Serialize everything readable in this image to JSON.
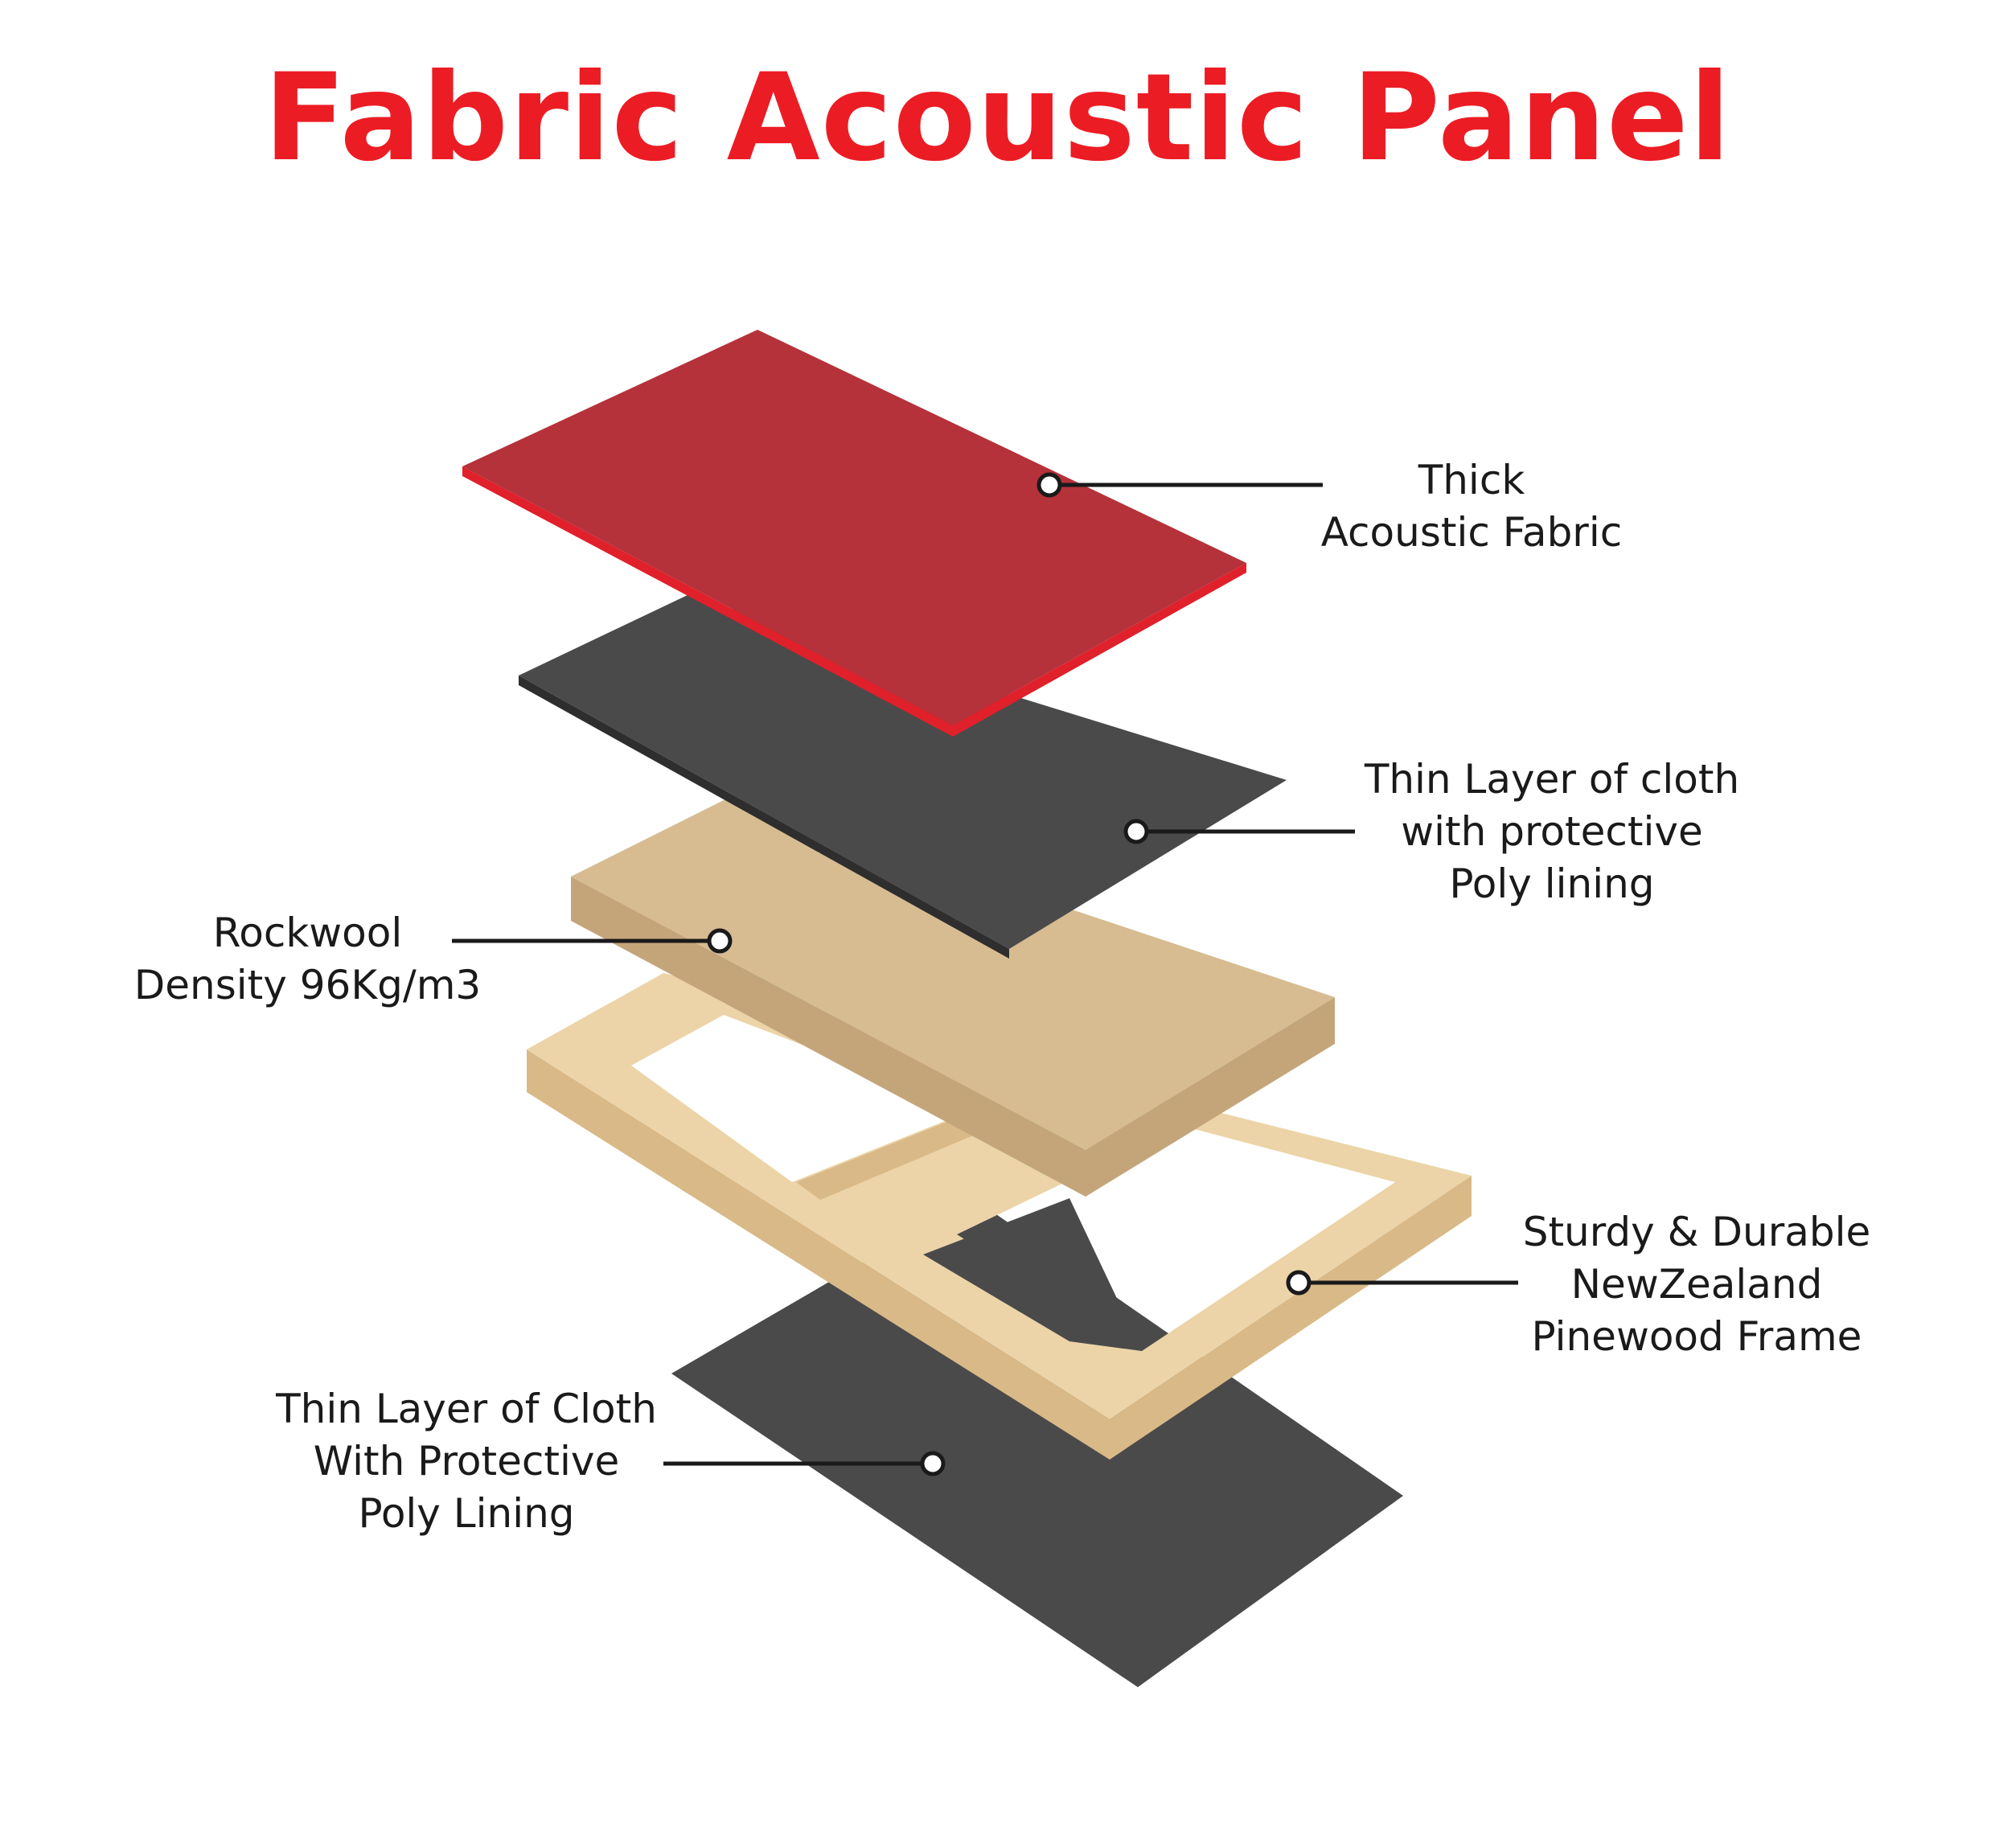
{
  "title": "Fabric Acoustic Panel",
  "colors": {
    "title": "#ec1c24",
    "fabric": "#b5323a",
    "fabric_edge": "#e0202a",
    "cloth": "#4a4a4a",
    "cloth_edge": "#2e2e2e",
    "rockwool_top": "#d7bc92",
    "rockwool_side": "#c4a57a",
    "pine_top": "#ecd4a8",
    "pine_side": "#d9b987",
    "leader": "#1a1a1a"
  },
  "labels": {
    "fabric": [
      "Thick",
      "Acoustic Fabric"
    ],
    "cloth_top": [
      "Thin Layer of cloth",
      "with protective",
      "Poly lining"
    ],
    "rockwool": [
      "Rockwool",
      "Density 96Kg/m3"
    ],
    "frame": [
      "Sturdy & Durable",
      "NewZealand",
      "Pinewood Frame"
    ],
    "cloth_bottom": [
      "Thin Layer of Cloth",
      "With Protective",
      "Poly Lining"
    ]
  }
}
